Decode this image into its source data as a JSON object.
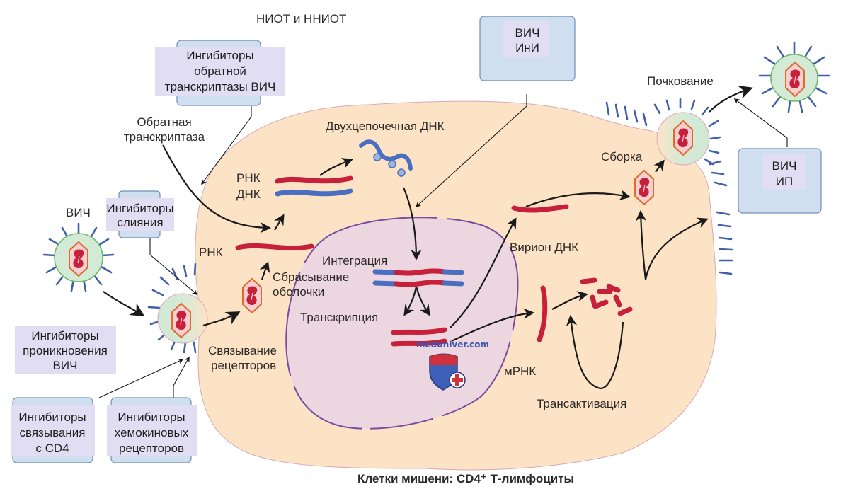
{
  "title": "Клетки мишени: CD4⁺ Т-лимфоциты",
  "colors": {
    "cell_cytoplasm": "#fde3c6",
    "nucleus": "#ecd6e0",
    "nucleus_border": "#7a4b9e",
    "virus_envelope": "#d3ebd6",
    "virus_border": "#6cbb6c",
    "spikes": "#3f5fa6",
    "capsid_fill": "#f6cfd2",
    "capsid_border": "#e06a2a",
    "rna": "#c6203a",
    "dna": "#4b6fc0",
    "drug_box": "#cfdff0",
    "drug_label_bg": "#e1def3"
  },
  "labels": {
    "niot": "НИОТ и ННИОТ",
    "reverse_transcriptase_line1": "Обратная",
    "reverse_transcriptase_line2": "транскриптаза",
    "hiv": "ВИЧ",
    "ds_dna": "Двухцепочечная ДНК",
    "rna_top": "РНК",
    "dna_top": "ДНК",
    "rna_mid": "РНК",
    "integration": "Интеграция",
    "uncoating_line1": "Сбрасывание",
    "uncoating_line2": "оболочки",
    "transcription": "Транскрипция",
    "receptor_binding_line1": "Связывание",
    "receptor_binding_line2": "рецепторов",
    "virion_dna": "Вирион ДНК",
    "mrna": "мРНК",
    "transactivation": "Трансактивация",
    "assembly": "Сборка",
    "budding": "Почкование",
    "watermark": "meduniver.com"
  },
  "drug_boxes": {
    "rt_inhibitors": [
      "Ингибиторы",
      "обратной",
      "транскриптазы ВИЧ"
    ],
    "integrase_inhibitors": [
      "ВИЧ",
      "ИнИ"
    ],
    "protease_inhibitors": [
      "ВИЧ",
      "ИП"
    ],
    "fusion_inhibitors": [
      "Ингибиторы",
      "слияния"
    ],
    "entry_inhibitors": [
      "Ингибиторы",
      "проникновения",
      "ВИЧ"
    ],
    "cd4_binding_inhibitors": [
      "Ингибиторы",
      "связывания",
      "с CD4"
    ],
    "chemokine_receptor_inhibitors": [
      "Ингибиторы",
      "хемокиновых",
      "рецепторов"
    ]
  }
}
